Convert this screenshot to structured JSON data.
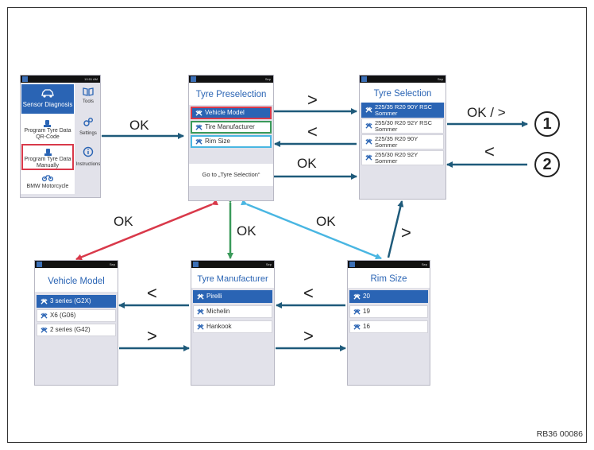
{
  "main_menu": {
    "clock": "10:51 AM",
    "items": [
      {
        "label": "Sensor Diagnosis"
      },
      {
        "label": "Program Tyre Data QR-Code"
      },
      {
        "label": "Program Tyre Data Manually"
      },
      {
        "label": "BMW Motorcycle"
      }
    ],
    "side_items": [
      {
        "label": "Tools"
      },
      {
        "label": "Settings"
      },
      {
        "label": "Instructions"
      }
    ]
  },
  "tyre_preselection": {
    "clock": "Sep",
    "title": "Tyre Preselection",
    "options": [
      "Vehicle Model",
      "Tire Manufacturer",
      "Rim Size"
    ],
    "goto": "Go to „Tyre Selection“"
  },
  "tyre_selection": {
    "clock": "Sep",
    "title": "Tyre Selection",
    "options": [
      {
        "l1": "225/35 R20 90Y RSC",
        "l2": "Sommer"
      },
      {
        "l1": "255/30 R20 92Y RSC",
        "l2": "Sommer"
      },
      {
        "l1": "225/35 R20 90Y",
        "l2": "Sommer"
      },
      {
        "l1": "255/30 R20 92Y",
        "l2": "Sommer"
      }
    ]
  },
  "vehicle_model": {
    "clock": "Sep",
    "title": "Vehicle Model",
    "options": [
      "3 series (G2X)",
      "X6 (G06)",
      "2 series (G42)"
    ]
  },
  "tyre_manufacturer": {
    "clock": "Sep",
    "title": "Tyre Manufacturer",
    "options": [
      "Pirelli",
      "Michelin",
      "Hankook"
    ]
  },
  "rim_size": {
    "clock": "Sep",
    "title": "Rim Size",
    "options": [
      "20",
      "19",
      "16"
    ]
  },
  "arrow_labels": {
    "ok": "OK",
    "forward": ">",
    "back": "<",
    "ok_forward": "OK / >"
  },
  "markers": [
    "1",
    "2"
  ],
  "reference": "RB36 00086",
  "colors": {
    "accent": "#2a64b4",
    "arrow_main": "#1e5a7a",
    "arrow_red": "#d9394a",
    "arrow_green": "#3a9a5a",
    "arrow_cyan": "#49b6e2"
  }
}
